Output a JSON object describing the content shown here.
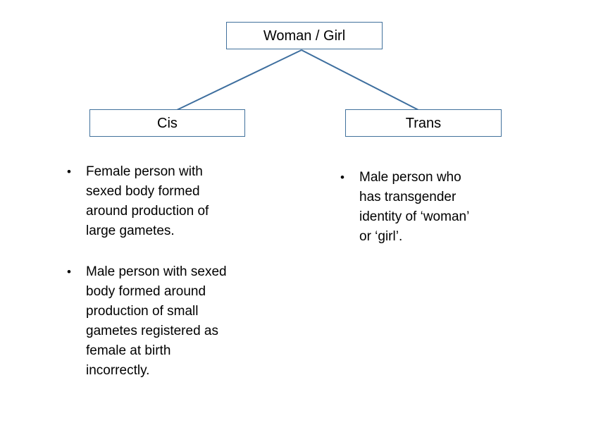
{
  "diagram": {
    "root": {
      "label": "Woman / Girl"
    },
    "branches": [
      {
        "label": "Cis",
        "bullets": [
          "Female person with\nsexed body formed\naround production of\nlarge gametes.",
          "Male person with sexed\nbody formed around\nproduction of small\ngametes registered as\nfemale at birth\nincorrectly."
        ]
      },
      {
        "label": "Trans",
        "bullets": [
          "Male person who\nhas transgender\nidentity of ‘woman’\nor ‘girl’."
        ]
      }
    ],
    "bullet_glyph": "•",
    "colors": {
      "box_border": "#41719C",
      "connector": "#3D6E9E",
      "text": "#000000",
      "background": "#FFFFFF"
    }
  }
}
